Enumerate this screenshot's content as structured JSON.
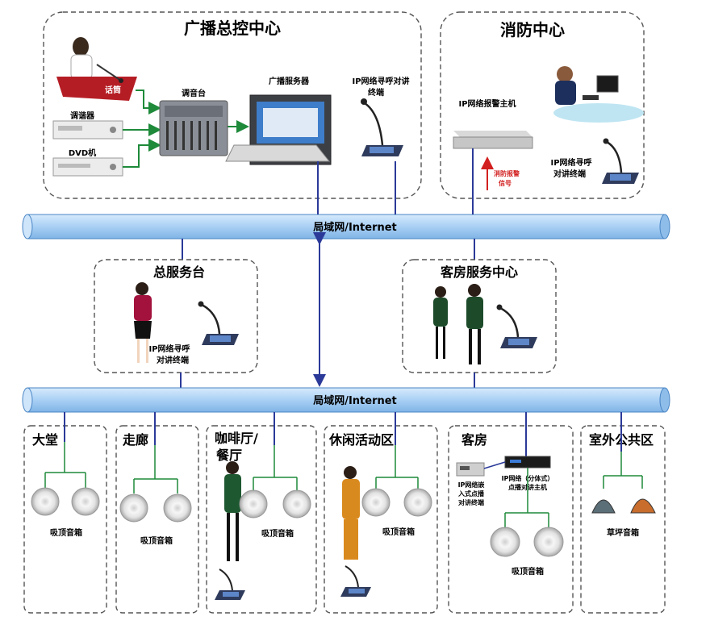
{
  "top_left": {
    "title": "广播总控中心",
    "mic_label": "话筒",
    "tuner_label": "调谐器",
    "dvd_label": "DVD机",
    "mixer_label": "调音台",
    "server_label": "广播服务器",
    "ip_term_label_1": "IP网络寻呼对讲",
    "ip_term_label_2": "终端"
  },
  "top_right": {
    "title": "消防中心",
    "alarm_host_label": "IP网络报警主机",
    "signal_label_1": "消防报警",
    "signal_label_2": "信号",
    "term_label_1": "IP网络寻呼",
    "term_label_2": "对讲终端"
  },
  "network": {
    "upper_label": "局域网/Internet",
    "lower_label": "局域网/Internet"
  },
  "front_desk": {
    "title": "总服务台",
    "term_label_1": "IP网络寻呼",
    "term_label_2": "对讲终端"
  },
  "guest_service": {
    "title": "客房服务中心"
  },
  "zones": [
    {
      "title": "大堂",
      "speaker_label": "吸顶音箱"
    },
    {
      "title": "走廊",
      "speaker_label": "吸顶音箱"
    },
    {
      "title": "咖啡厅/",
      "title_2": "餐厅",
      "speaker_label": "吸顶音箱"
    },
    {
      "title": "休闲活动区",
      "speaker_label": "吸顶音箱"
    },
    {
      "title": "客房",
      "speaker_label": "吸顶音箱",
      "term_label_1": "IP网络嵌",
      "term_label_2": "入式点播",
      "term_label_3": "对讲终端",
      "host_label_1": "IP网络（分体式）",
      "host_label_2": "点播对讲主机"
    },
    {
      "title": "室外公共区",
      "speaker_label": "草坪音箱"
    }
  ],
  "colors": {
    "network_pipe": "#a9d0f5",
    "wire": "#2b3a99",
    "audio_wire": "#1e8a3a",
    "alarm_arrow": "#d21f1f"
  }
}
